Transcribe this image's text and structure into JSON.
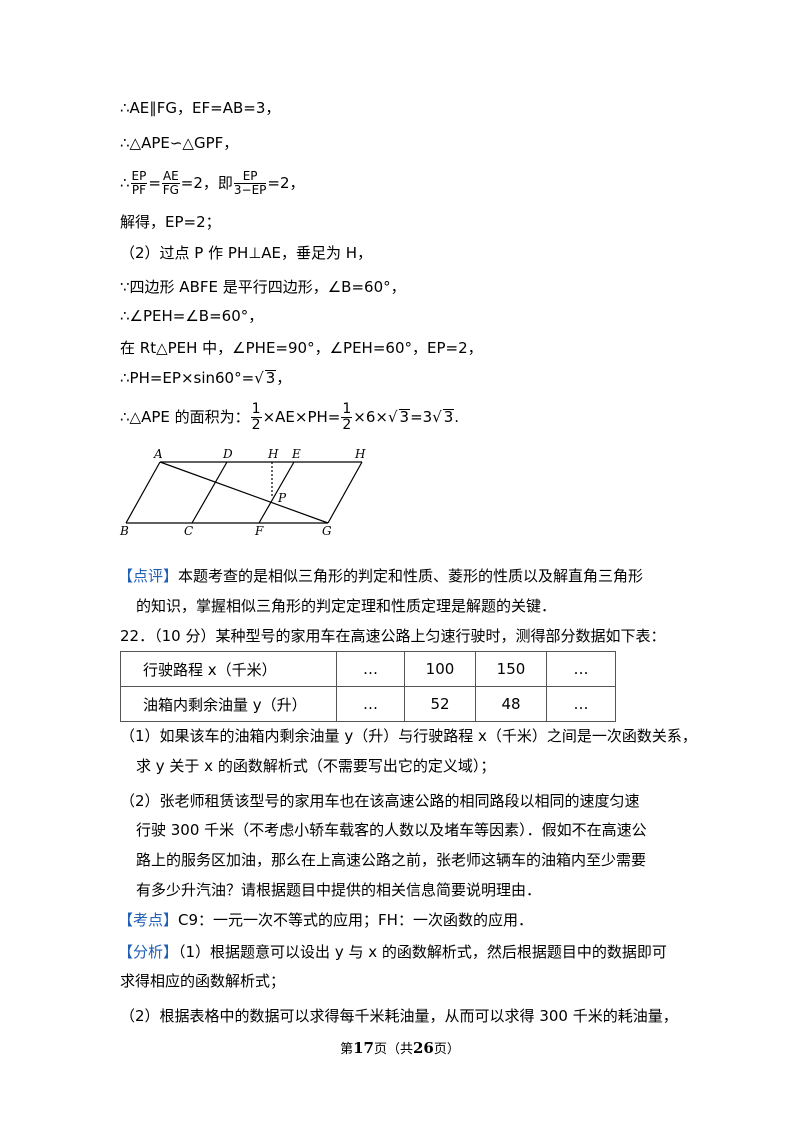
{
  "lines": {
    "l1": "∴AE∥FG，EF=AB=3，",
    "l2": "∴△APE∽△GPF，",
    "l3_prefix": "∴",
    "l3_f1_num": "EP",
    "l3_f1_den": "PF",
    "l3_eq": "=",
    "l3_f2_num": "AE",
    "l3_f2_den": "FG",
    "l3_mid": "=2，即",
    "l3_f3_num": "EP",
    "l3_f3_den": "3−EP",
    "l3_end": "=2，",
    "l4": "解得，EP=2；",
    "l5": "（2）过点 P 作 PH⊥AE，垂足为 H，",
    "l6": "∵四边形 ABFE 是平行四边形，∠B=60°，",
    "l7": "∴∠PEH=∠B=60°，",
    "l8": "在 Rt△PEH 中，∠PHE=90°，∠PEH=60°，EP=2，",
    "l9_a": "∴PH=EP×sin60°=",
    "l9_sqrt": "3",
    "l9_end": "，",
    "l10_a": "∴△APE 的面积为：",
    "l10_num": "1",
    "l10_den": "2",
    "l10_b": "×AE×PH=",
    "l10_num2": "1",
    "l10_den2": "2",
    "l10_c": "×6×",
    "l10_sqrt": "3",
    "l10_d": "=3",
    "l10_sqrt2": "3",
    "l10_e": "."
  },
  "figure": {
    "labels": [
      "A",
      "D",
      "H",
      "E",
      "H",
      "P",
      "B",
      "C",
      "F",
      "G"
    ]
  },
  "comment": {
    "tag": "【点评】",
    "text1": "本题考查的是相似三角形的判定和性质、菱形的性质以及解直角三角形",
    "text2": "的知识，掌握相似三角形的判定定理和性质定理是解题的关键．"
  },
  "problem": {
    "intro": "22．（10 分）某种型号的家用车在高速公路上匀速行驶时，测得部分数据如下表：",
    "table": [
      [
        "行驶路程 x（千米）",
        "…",
        "100",
        "150",
        "…"
      ],
      [
        "油箱内剩余油量 y（升）",
        "…",
        "52",
        "48",
        "…"
      ]
    ],
    "q1_a": "（1）如果该车的油箱内剩余油量 y（升）与行驶路程 x（千米）之间是一次函数关系，",
    "q1_b": "求 y 关于 x 的函数解析式（不需要写出它的定义域）；",
    "q2_a": "（2）张老师租赁该型号的家用车也在该高速公路的相同路段以相同的速度匀速",
    "q2_b": "行驶 300 千米（不考虑小轿车载客的人数以及堵车等因素）．假如不在高速公",
    "q2_c": "路上的服务区加油，那么在上高速公路之前，张老师这辆车的油箱内至少需要",
    "q2_d": "有多少升汽油？请根据题目中提供的相关信息简要说明理由．"
  },
  "kaodian": {
    "tag": "【考点】",
    "text": "C9：一元一次不等式的应用；FH：一次函数的应用．"
  },
  "fenxi": {
    "tag": "【分析】",
    "text1": "（1）根据题意可以设出 y 与 x 的函数解析式，然后根据题目中的数据即可",
    "text2": "求得相应的函数解析式；",
    "text3": "（2）根据表格中的数据可以求得每千米耗油量，从而可以求得 300 千米的耗油量，"
  },
  "footer": {
    "pre": "第",
    "page": "17",
    "mid": "页（共",
    "total": "26",
    "post": "页）"
  },
  "colors": {
    "tag": "#1f5fb5",
    "text": "#000000"
  }
}
